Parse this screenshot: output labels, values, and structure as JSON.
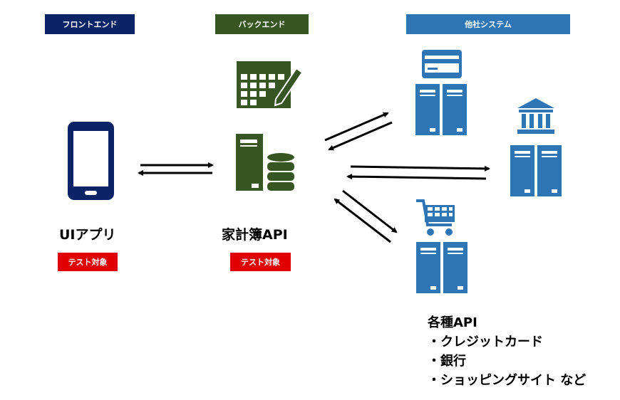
{
  "colors": {
    "frontend": "#0b2466",
    "backend": "#375623",
    "external": "#2e75b6",
    "badge": "#e00000",
    "server_blue": "#2e75b6",
    "server_green": "#375623",
    "arrow": "#000000"
  },
  "headers": {
    "frontend": "フロントエンド",
    "backend": "バックエンド",
    "external": "他社システム"
  },
  "nodes": {
    "ui_app": {
      "label": "UIアプリ",
      "badge": "テスト対象",
      "icon": "smartphone-icon"
    },
    "kakeibo_api": {
      "label": "家計簿API",
      "badge": "テスト対象",
      "icons": [
        "calendar-edit-icon",
        "server-icon",
        "database-icon"
      ]
    },
    "credit_card": {
      "icons": [
        "credit-card-icon",
        "server-icon"
      ]
    },
    "bank": {
      "icons": [
        "bank-icon",
        "server-icon"
      ]
    },
    "shopping": {
      "icons": [
        "shopping-cart-icon",
        "server-icon"
      ]
    }
  },
  "api_list": {
    "title": "各種API",
    "items": [
      "・クレジットカード",
      "・銀行",
      "・ショッピングサイト など"
    ]
  }
}
